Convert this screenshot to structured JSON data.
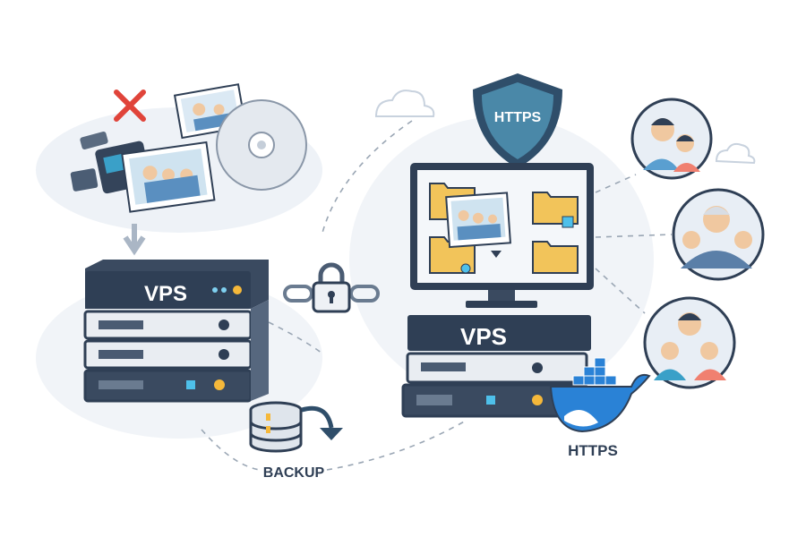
{
  "shield": {
    "label": "HTTPS",
    "icon": "shield-icon"
  },
  "left_server": {
    "label": "VPS"
  },
  "right_server": {
    "label": "VPS"
  },
  "backup": {
    "label": "BACKUP",
    "icon": "database-icon"
  },
  "docker": {
    "label": "HTTPS",
    "icon": "docker-whale-icon"
  },
  "colors": {
    "navy": "#2f3f55",
    "shield_blue": "#3f7fa0",
    "folder": "#f2c45a",
    "docker_blue": "#2a82d6",
    "red_x": "#e0443a"
  }
}
